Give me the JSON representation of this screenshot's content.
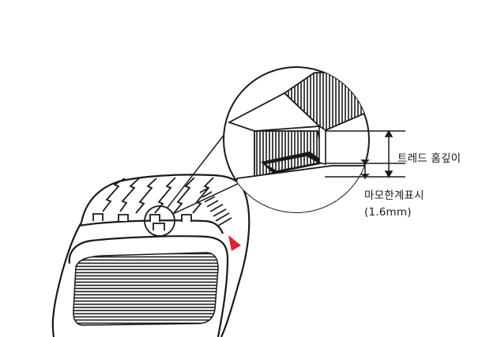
{
  "labels": {
    "tread_depth": "트레드 홈깊이",
    "wear_indicator": "마모한계표시",
    "wear_indicator_value": "(1.6mm)"
  },
  "colors": {
    "line": "#1a1a1a",
    "marker": "#d9232e",
    "background": "#ffffff"
  }
}
